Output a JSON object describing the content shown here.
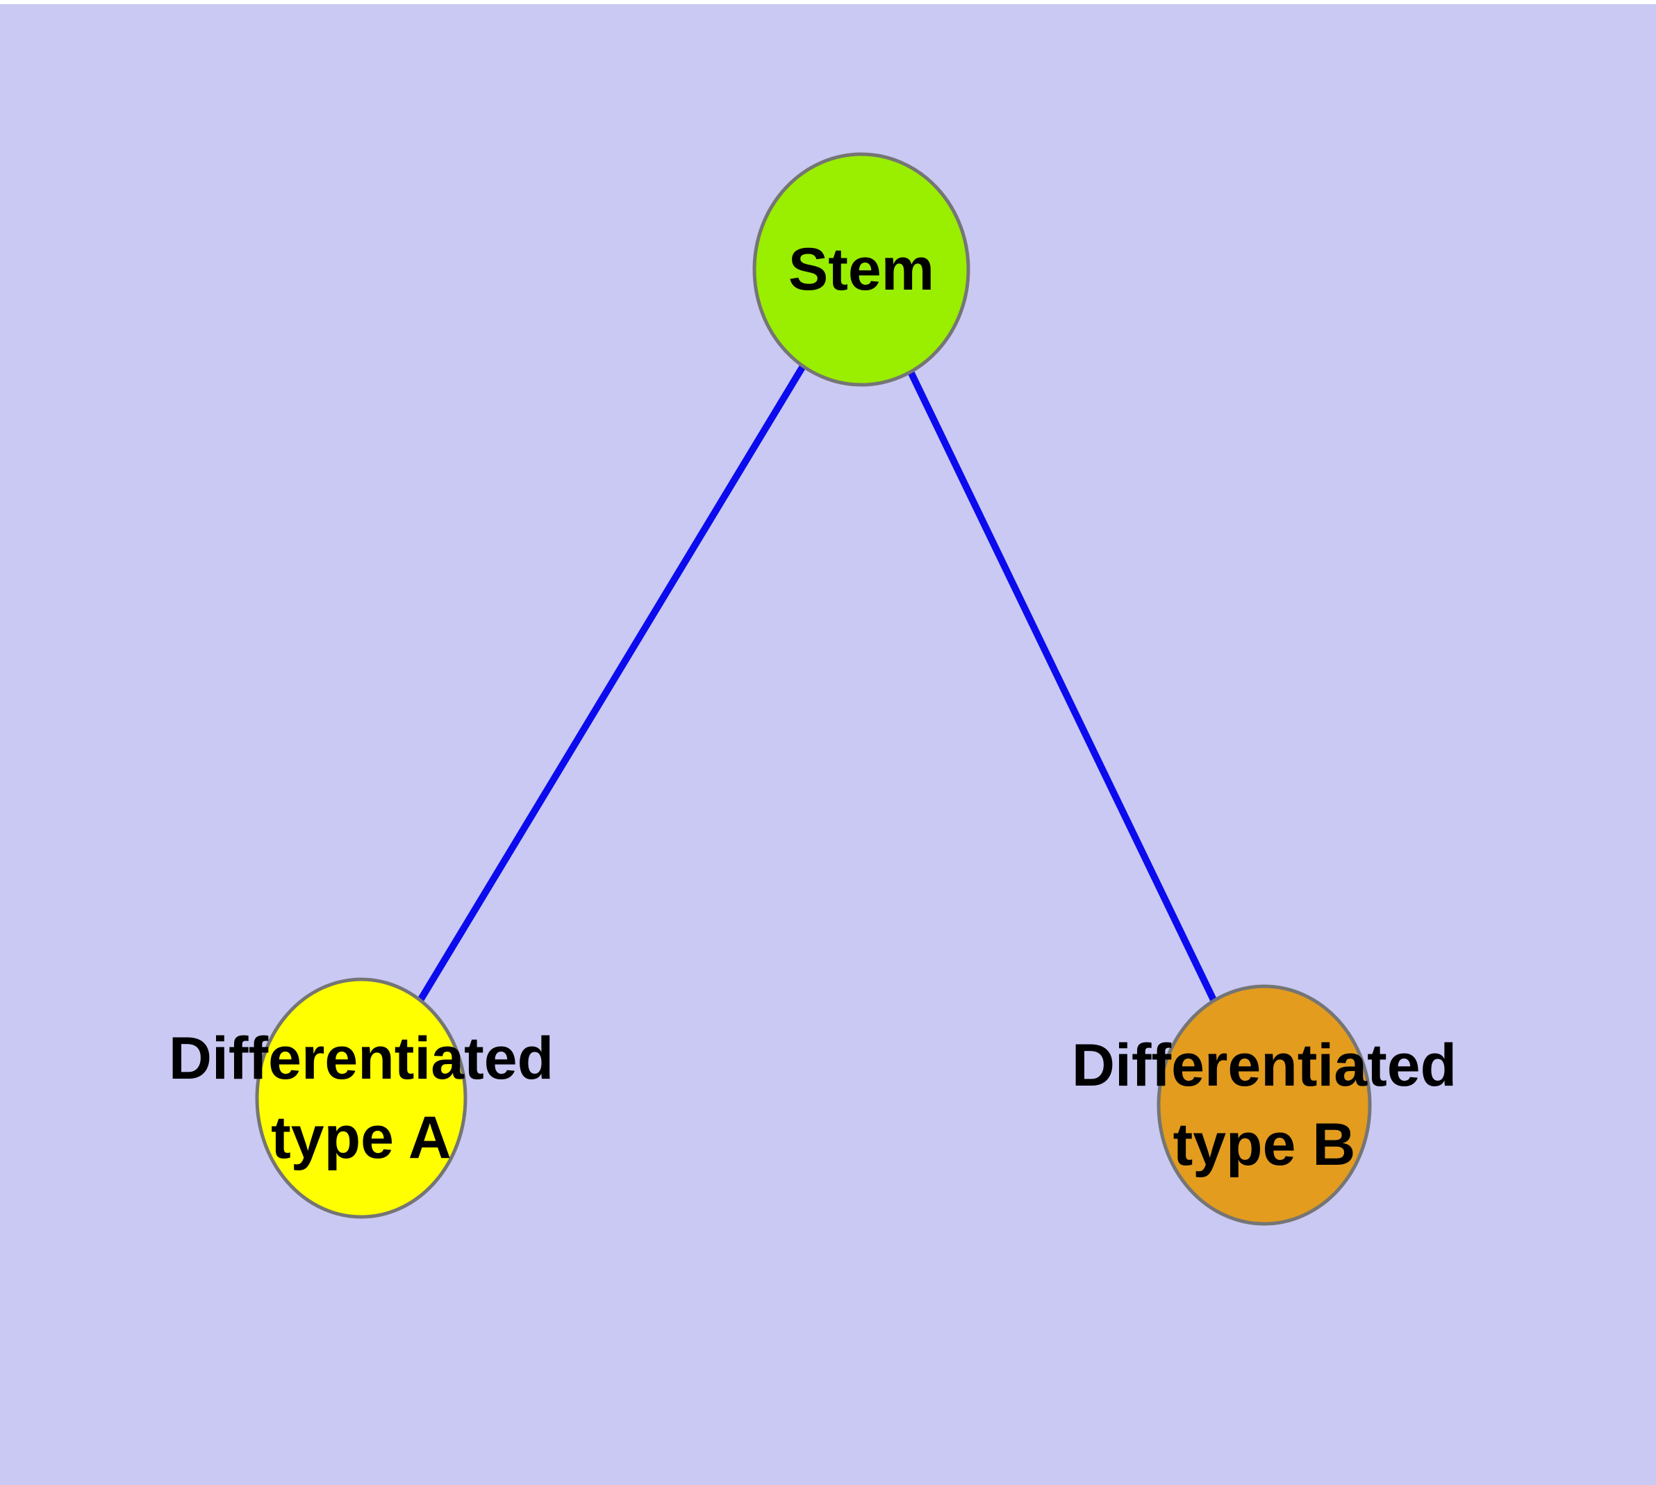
{
  "diagram": {
    "type": "node-link-graph",
    "background_color": "#c9c9f3",
    "top_margin_color": "#ffffff",
    "edge_color": "#0b0bee",
    "node_border_color": "#757575",
    "label_color": "#000000",
    "nodes": [
      {
        "id": "stem",
        "label": "Stem",
        "lines": [
          "Stem"
        ],
        "fill": "#9aee00"
      },
      {
        "id": "differentiated-type-a",
        "label": "Differentiated type A",
        "lines": [
          "Differentiated",
          "type A"
        ],
        "fill": "#ffff00"
      },
      {
        "id": "differentiated-type-b",
        "label": "Differentiated type B",
        "lines": [
          "Differentiated",
          "type B"
        ],
        "fill": "#e39c1e"
      }
    ],
    "edges": [
      {
        "from": "stem",
        "to": "differentiated-type-a"
      },
      {
        "from": "stem",
        "to": "differentiated-type-b"
      }
    ]
  }
}
